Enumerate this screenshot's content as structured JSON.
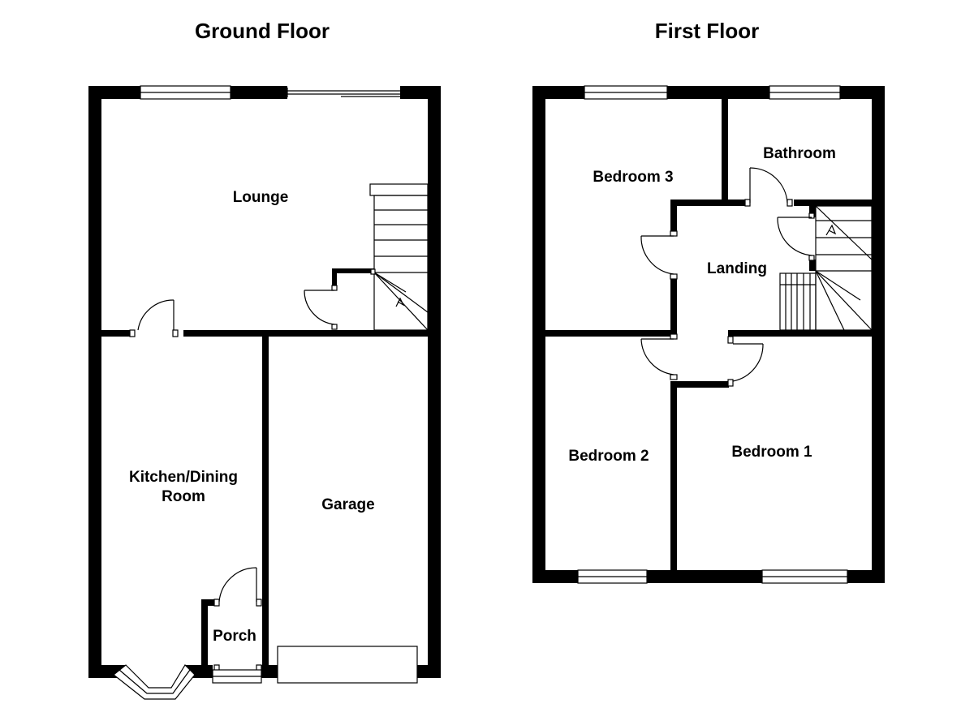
{
  "floors": [
    {
      "title": "Ground Floor",
      "rooms": {
        "lounge": "Lounge",
        "kitchen_line1": "Kitchen/Dining",
        "kitchen_line2": "Room",
        "garage": "Garage",
        "porch": "Porch"
      }
    },
    {
      "title": "First Floor",
      "rooms": {
        "bedroom3": "Bedroom 3",
        "bathroom": "Bathroom",
        "landing": "Landing",
        "bedroom2": "Bedroom 2",
        "bedroom1": "Bedroom 1"
      }
    }
  ],
  "colors": {
    "wall": "#000000",
    "background": "#ffffff"
  }
}
